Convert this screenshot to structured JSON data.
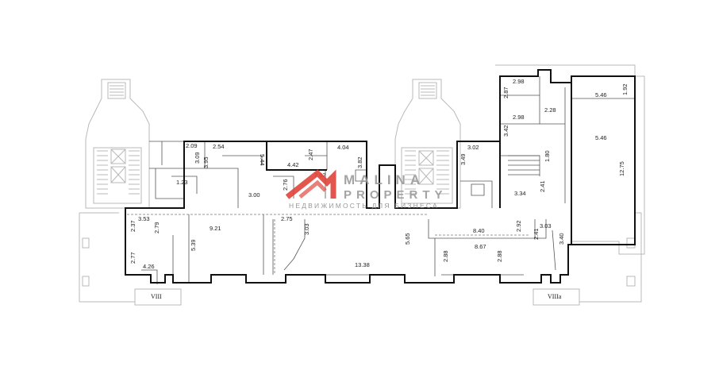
{
  "watermark": {
    "brand_line1": "MALINA",
    "brand_line2": "PROPERTY",
    "tagline": "НЕДВИЖИМОСТЬ ДЛЯ БИЗНЕСА",
    "logo_color": "#e0443a",
    "text_color": "#9b9b9b"
  },
  "axis_labels": {
    "left": "VIII",
    "right": "VIIIa"
  },
  "dimensions": {
    "d01": "2.98",
    "d02": "5.46",
    "d03": "1.92",
    "d04": "2.87",
    "d05": "2.28",
    "d06": "2.98",
    "d07": "3.42",
    "d08": "5.46",
    "d09": "1.80",
    "d10": "12.75",
    "d11": "3.02",
    "d12": "3.49",
    "d13": "2.41",
    "d14": "3.34",
    "d15": "2.09",
    "d16": "2.54",
    "d17": "3.09",
    "d18": "3.95",
    "d19": "5.44",
    "d20": "2.47",
    "d21": "4.04",
    "d22": "4.42",
    "d23": "3.82",
    "d24": "7.92",
    "d25": "1.23",
    "d26": "2.76",
    "d27": "3.00",
    "d28": "2.75",
    "d29": "3.53",
    "d30": "2.37",
    "d31": "2.79",
    "d32": "9.21",
    "d33": "5.39",
    "d34": "3.03",
    "d35": "5.65",
    "d36": "13.38",
    "d37": "8.40",
    "d38": "2.92",
    "d39": "3.03",
    "d40": "2.41",
    "d41": "3.40",
    "d42": "8.67",
    "d43": "2.88",
    "d44": "2.88",
    "d45": "2.77",
    "d46": "4.26"
  }
}
